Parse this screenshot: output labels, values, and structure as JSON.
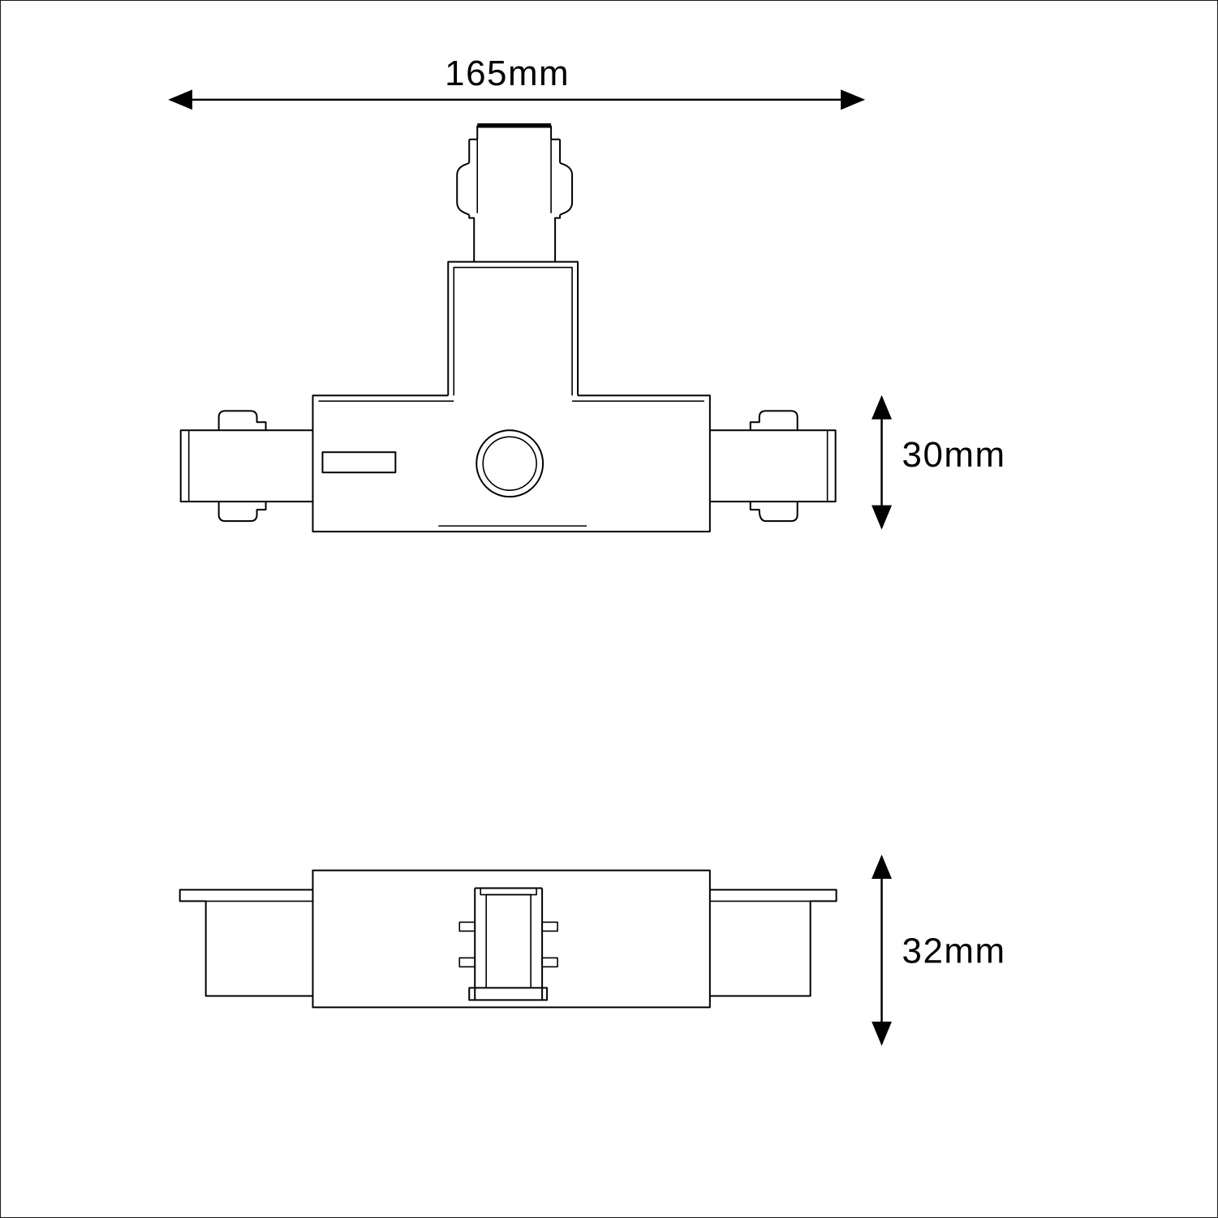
{
  "drawing": {
    "labels": {
      "width": "165mm",
      "height_top_view": "30mm",
      "height_side_view": "32mm"
    },
    "colors": {
      "line": "#000000",
      "background": "#ffffff"
    }
  }
}
